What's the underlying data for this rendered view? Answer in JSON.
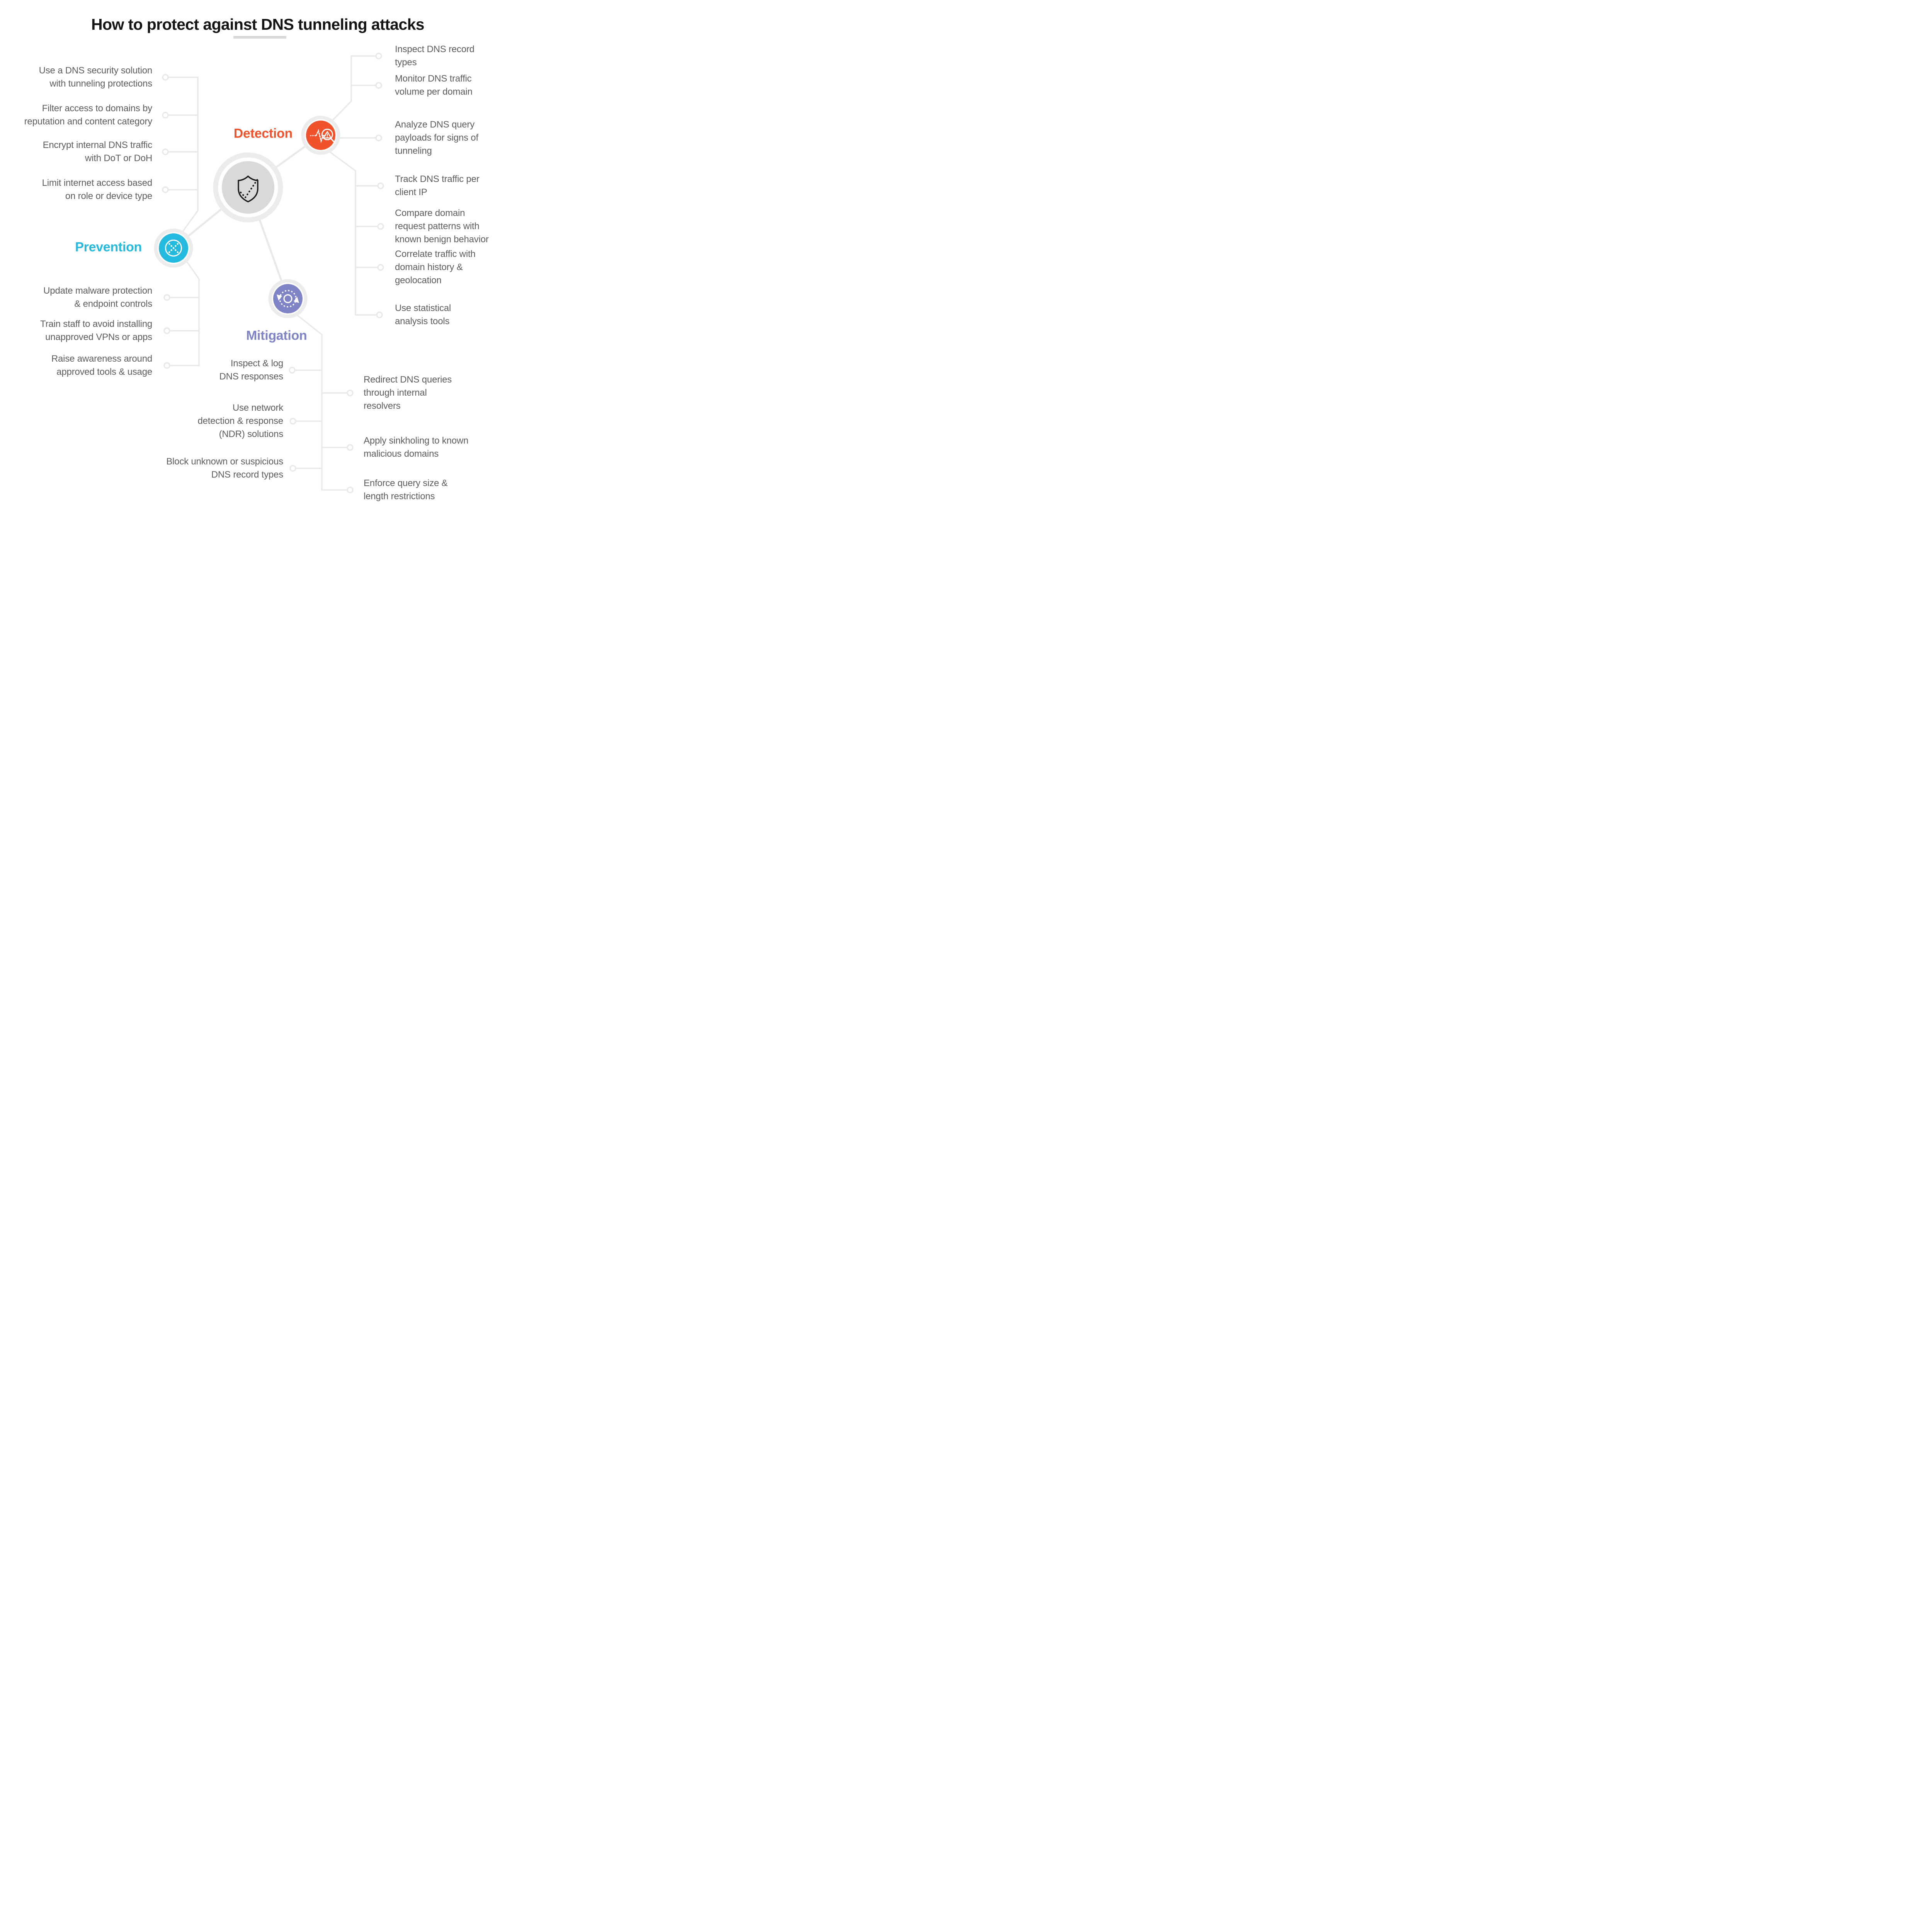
{
  "title": "How to protect against DNS tunneling attacks",
  "sections": {
    "detection": {
      "label": "Detection",
      "color": "#f0532c",
      "icon": "magnifier-alert-pulse-icon",
      "items": [
        "Inspect DNS record\ntypes",
        "Monitor DNS traffic\nvolume per domain",
        "Analyze DNS query\npayloads for signs of\ntunneling",
        "Track DNS traffic per\nclient IP",
        "Compare domain\nrequest patterns with\nknown benign behavior",
        "Correlate traffic with\ndomain history &\ngeolocation",
        "Use statistical\nanalysis tools"
      ]
    },
    "prevention": {
      "label": "Prevention",
      "color": "#24badf",
      "icon": "dotted-x-circle-icon",
      "items": [
        "Use a DNS security solution\nwith tunneling protections",
        "Filter access to domains by\nreputation and content category",
        "Encrypt internal DNS traffic\nwith DoT or DoH",
        "Limit internet access based\non role or device type",
        "Update malware protection\n& endpoint controls",
        "Train staff to avoid installing\nunapproved VPNs or apps",
        "Raise awareness around\napproved tools & usage"
      ]
    },
    "mitigation": {
      "label": "Mitigation",
      "color": "#7e84c5",
      "icon": "cycle-arrows-icon",
      "items_left": [
        "Inspect & log\nDNS responses",
        "Use network\ndetection & response\n(NDR) solutions",
        "Block unknown or suspicious\nDNS record types"
      ],
      "items_right": [
        "Redirect DNS queries\nthrough internal\nresolvers",
        "Apply sinkholing to known\nmalicious domains",
        "Enforce query size &\nlength restrictions"
      ]
    }
  },
  "hub": {
    "icon": "shield-check-icon"
  },
  "colors": {
    "detection": "#f0532c",
    "prevention": "#24badf",
    "mitigation": "#7e84c5",
    "hub_fill": "#d9d9d9",
    "node_ring": "#ececec",
    "connector": "#e9e9e9",
    "body_text": "#5e5e5e",
    "title_text": "#141414",
    "underline_bar": "#d9d9d9"
  }
}
